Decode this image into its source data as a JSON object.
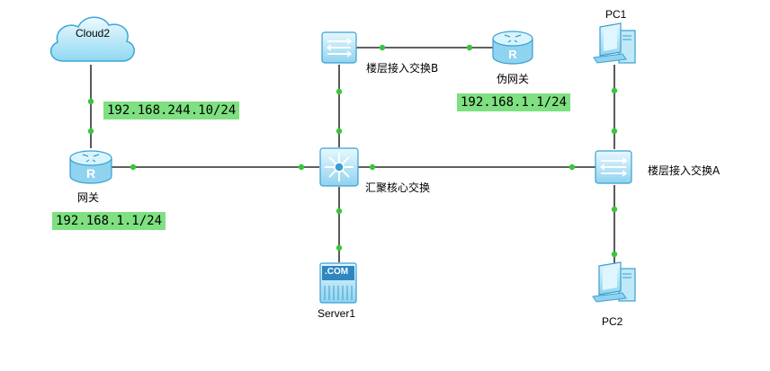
{
  "devices": {
    "cloud": {
      "label": "Cloud2"
    },
    "gateway": {
      "label": "网关",
      "ip": "192.168.1.1/24"
    },
    "cloud_ip": "192.168.244.10/24",
    "core_switch": {
      "label": "汇聚核心交换"
    },
    "switch_b": {
      "label": "楼层接入交换B"
    },
    "fake_gateway": {
      "label": "伪网关",
      "ip": "192.168.1.1/24"
    },
    "switch_a": {
      "label": "楼层接入交换A"
    },
    "pc1": {
      "label": "PC1"
    },
    "pc2": {
      "label": "PC2"
    },
    "server": {
      "label": "Server1",
      "badge": ".COM"
    }
  },
  "colors": {
    "device_fill": "#bfe9f7",
    "device_stroke": "#3a9fd1",
    "link": "#000000",
    "port": "#3cc43c",
    "ip_label_bg": "#7ee081"
  }
}
